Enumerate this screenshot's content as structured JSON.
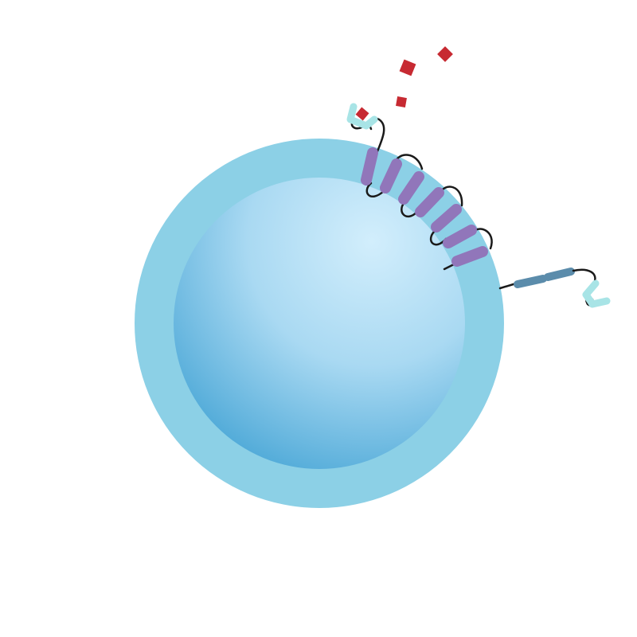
{
  "colors": {
    "background": "#ffffff",
    "membrane": "#8cd0e6",
    "cytoplasm_light": "#d2eefc",
    "cytoplasm_mid": "#a9d9f2",
    "cytoplasm_dark": "#3b9fd2",
    "gpcr_helix": "#9176ba",
    "loop": "#1a1a1a",
    "ligand": "#c72a32",
    "binding_site": "#a8e4e6",
    "receptor_segment": "#5b8cab"
  },
  "elements": {
    "cell": "cell",
    "membrane": "membrane",
    "cytoplasm": "cytoplasm",
    "gpcr": "seven-transmembrane-receptor",
    "single_pass_receptor": "single-pass-receptor",
    "ligands": "ligand-molecules"
  },
  "counts": {
    "gpcr_helices": 7,
    "ligand_molecules": 4,
    "single_pass_segments": 2
  }
}
